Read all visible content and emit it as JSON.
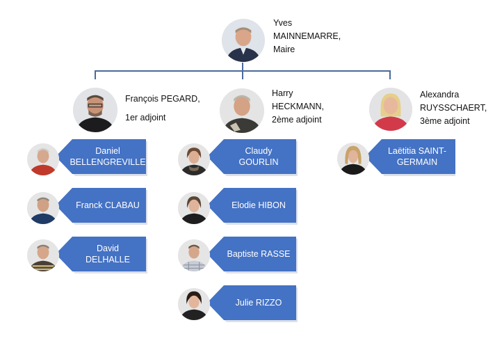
{
  "mayor": {
    "line1": "Yves",
    "line2": "MAINNEMARRE,",
    "line3": "Maire"
  },
  "adjoints": [
    {
      "line1": "François PEGARD,",
      "line2": "1er adjoint"
    },
    {
      "line1": "Harry",
      "line2": "HECKMANN,",
      "line3": "2ème adjoint"
    },
    {
      "line1": "Alexandra",
      "line2": "RUYSSCHAERT,",
      "line3": "3ème adjoint"
    }
  ],
  "councillors": {
    "col1": [
      "Daniel BELLENGREVILLE",
      "Franck CLABAU",
      "David DELHALLE"
    ],
    "col2": [
      "Claudy GOURLIN",
      "Elodie HIBON",
      "Baptiste RASSE",
      "Julie RIZZO"
    ],
    "col3": [
      "Laëtitia SAINT-GERMAIN"
    ]
  },
  "colors": {
    "card": "#4472c4",
    "connector": "#4a6a9a"
  }
}
